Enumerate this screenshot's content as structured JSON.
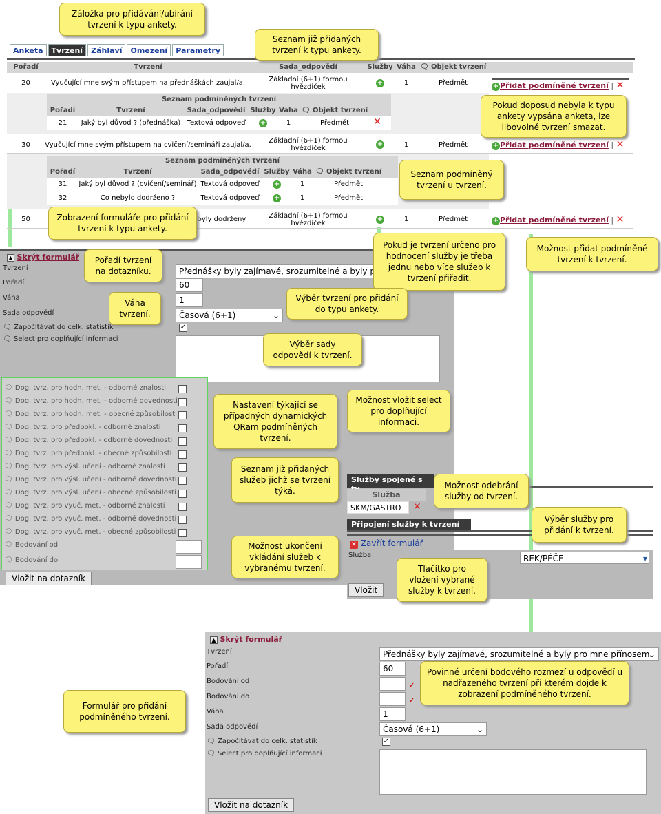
{
  "tabs": [
    "Anketa",
    "Tvrzení",
    "Záhlaví",
    "Omezení",
    "Parametry"
  ],
  "headers": {
    "poradi": "Pořadí",
    "tvrzeni": "Tvrzení",
    "sada": "Sada_odpovědí",
    "sluzby": "Služby",
    "vaha": "Váha",
    "objekt": "Objekt tvrzení"
  },
  "rows": [
    {
      "poradi": "20",
      "tvrzeni": "Vyučující mne svým přístupem na přednáškách zaujal/a.",
      "sada": "Základní (6+1) formou hvězdiček",
      "vaha": "1",
      "objekt": "Předmět",
      "add": "Přidat podmíněné tvrzení"
    },
    {
      "poradi": "30",
      "tvrzeni": "Vyučující mne svým přístupem na cvičení/semináři zaujal/a.",
      "sada": "Základní (6+1) formou hvězdiček",
      "vaha": "1",
      "objekt": "Předmět",
      "add": "Přidat podmíněné tvrzení"
    },
    {
      "poradi": "50",
      "tvrzeni": "byly dodrženy.",
      "sada": "Základní (6+1) formou hvězdiček",
      "vaha": "1",
      "objekt": "Předmět",
      "add": "Přidat podmíněné tvrzení"
    }
  ],
  "sub_title": "Seznam podmíněných tvrzení",
  "sub1": [
    {
      "poradi": "21",
      "tvrzeni": "Jaký byl důvod ? (přednáška)",
      "sada": "Textová odpoveď",
      "vaha": "1",
      "objekt": "Předmět"
    }
  ],
  "sub2": [
    {
      "poradi": "31",
      "tvrzeni": "Jaký byl důvod ? (cvičení/seminář)",
      "sada": "Textová odpoveď",
      "vaha": "1",
      "objekt": "Předmět"
    },
    {
      "poradi": "32",
      "tvrzeni": "Co nebylo dodrženo ?",
      "sada": "Textová odpoveď",
      "vaha": "1",
      "objekt": "Předmět"
    }
  ],
  "form": {
    "hide": "Skrýt formulář",
    "l_tvrzeni": "Tvrzení",
    "l_poradi": "Pořadí",
    "l_vaha": "Váha",
    "l_sada": "Sada odpovědí",
    "l_zapoc": "Započítávat do celk. statistik",
    "l_select": "Select pro doplňující informaci",
    "v_tvrzeni": "Přednášky byly zajímavé, srozumitelné a byly pro",
    "v_poradi": "60",
    "v_vaha": "1",
    "v_sada": "Časová (6+1)",
    "dyn": [
      "Dog. tvrz. pro hodn. met. - odborné znalosti",
      "Dog. tvrz. pro hodn. met. - odborné dovednosti",
      "Dog. tvrz. pro hodn. met. - obecné způsobilosti",
      "Dog. tvrz. pro předpokl. - odborné znalosti",
      "Dog. tvrz. pro předpokl. - odborné dovednosti",
      "Dog. tvrz. pro předpokl. - obecné způsobilosti",
      "Dog. tvrz. pro výsl. učení - odborné znalosti",
      "Dog. tvrz. pro výsl. učení - odborné dovednosti",
      "Dog. tvrz. pro výsl. učení - obecné způsobilosti",
      "Dog. tvrz. pro vyuč. met. - odborné znalosti",
      "Dog. tvrz. pro vyuč. met. - odborné dovednosti",
      "Dog. tvrz. pro vyuč. met. - obecné způsobilosti"
    ],
    "l_bod_od": "Bodování od",
    "l_bod_do": "Bodování do",
    "submit": "Vložit na dotazník"
  },
  "services": {
    "bar": "Služby spojené s tv",
    "col": "Služba",
    "item": "SKM/GASTRO",
    "connect": "Připojení služby k tvrzení",
    "close": "Zavřít formulář",
    "l_sluzba": "Služba",
    "v_sluzba": "REK/PÉČE",
    "insert": "Vložit"
  },
  "form2": {
    "hide": "Skrýt formulář",
    "l_tvrzeni": "Tvrzení",
    "l_poradi": "Pořadí",
    "l_bod_od": "Bodování od",
    "l_bod_do": "Bodování do",
    "l_vaha": "Váha",
    "l_sada": "Sada odpovědí",
    "l_zapoc": "Započítávat do celk. statistik",
    "l_select": "Select pro doplňující informaci",
    "v_tvrzeni": "Přednášky byly zajímavé, srozumitelné a byly pro mne přínosem.",
    "v_poradi": "60",
    "v_vaha": "1",
    "v_sada": "Časová (6+1)",
    "submit": "Vložit na dotazník"
  },
  "callouts": {
    "c1": "Záložka pro přidávání/ubírání tvrzení k typu ankety.",
    "c2": "Seznam již přidaných tvrzení k typu ankety.",
    "c3": "Pokud doposud nebyla k typu ankety vypsána anketa, lze libovolné tvrzení smazat.",
    "c4": "Seznam podmíněný tvrzení u tvrzení.",
    "c5": "Zobrazení formuláře pro přidání tvrzení k typu ankety.",
    "c6": "Pokud je tvrzení určeno pro hodnocení služby je třeba jednu nebo více služeb k tvrzení přiřadit.",
    "c7": "Možnost přidat podmíněné tvrzení k tvrzení.",
    "c8": "Pořadí tvrzení na dotazníku.",
    "c9": "Výběr tvrzení pro přidání do typu ankety.",
    "c10": "Váha tvrzení.",
    "c11": "Výběr sady odpovědí k tvrzení.",
    "c12": "Nastavení týkající se případných dynamických QRam podmíněných tvrzení.",
    "c13": "Možnost vložit select pro doplňující informaci.",
    "c14": "Seznam již přidaných služeb jichž se tvrzení týká.",
    "c15": "Možnost odebrání služby od tvrzení.",
    "c16": "Výběr služby pro přidání k tvrzení.",
    "c17": "Možnost ukončení vkládání služeb k vybranému tvrzení.",
    "c18": "Tlačítko pro vložení vybrané služby k tvrzení.",
    "c19": "Formulář pro přidání podmíněného tvrzení.",
    "c20": "Povinné určení bodového rozmezí u odpovědí u nadřazeného tvrzení při kterém dojde k zobrazení podmíněného tvrzení."
  }
}
